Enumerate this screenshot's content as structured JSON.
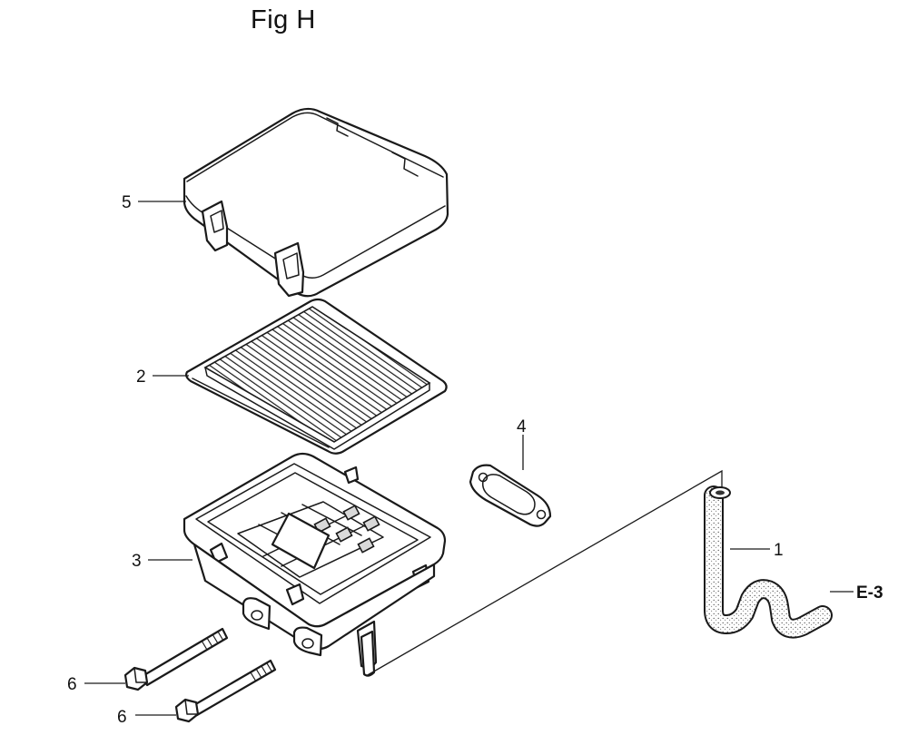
{
  "figure": {
    "title": "Fig H"
  },
  "callouts": {
    "part_1": "1",
    "part_2": "2",
    "part_3": "3",
    "part_4": "4",
    "part_5": "5",
    "part_6_upper": "6",
    "part_6_lower": "6",
    "ref_e3": "E-3"
  }
}
